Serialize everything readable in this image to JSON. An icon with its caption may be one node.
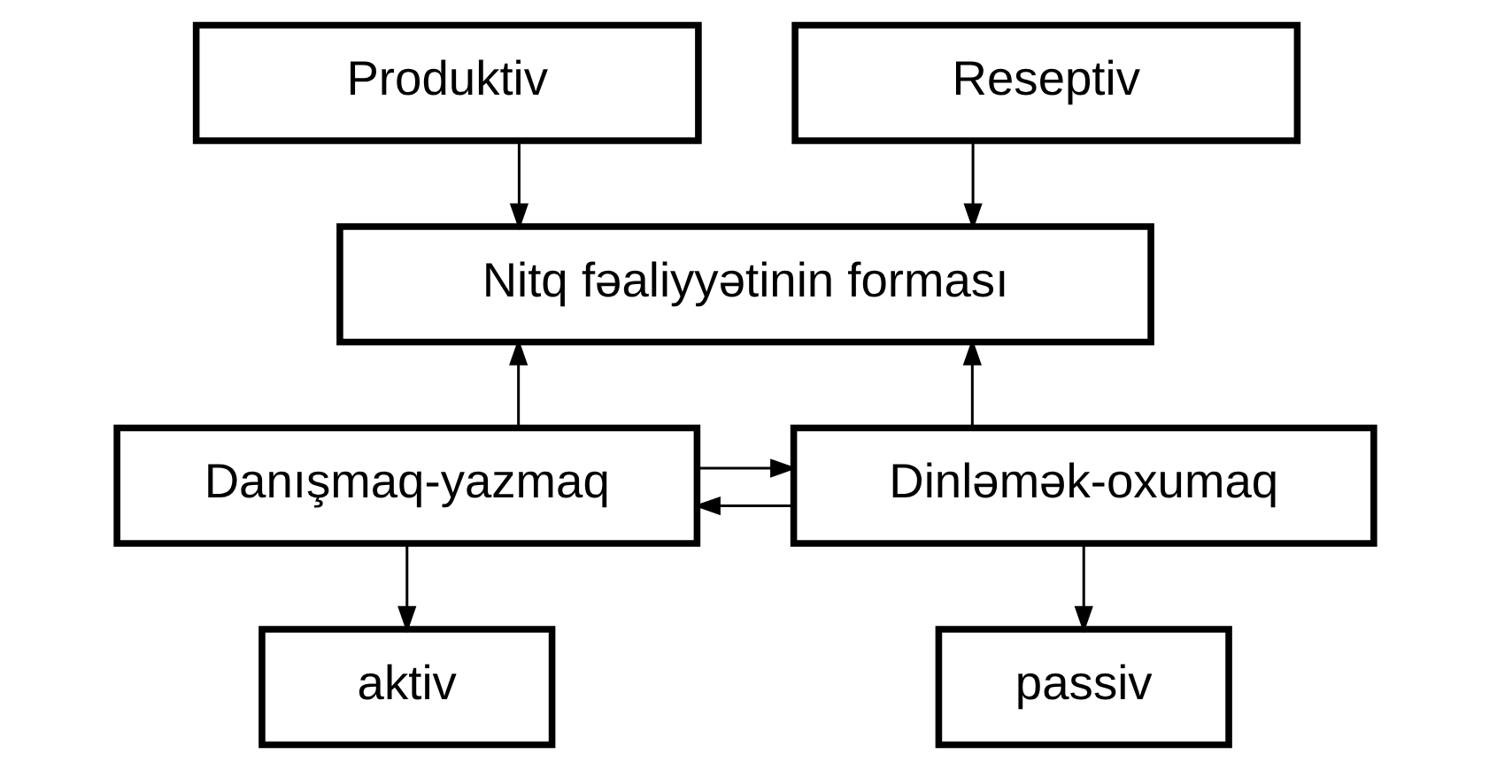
{
  "diagram": {
    "nodes": [
      {
        "text": [
          "Produktiv"
        ]
      },
      {
        "text": [
          "Reseptiv"
        ]
      },
      {
        "text": [
          "Nitq fəaliyyətinin forması"
        ]
      },
      {
        "text": [
          "Danışmaq-yazmaq"
        ]
      },
      {
        "text": [
          "Dinləmək-oxumaq"
        ]
      },
      {
        "text": [
          "aktiv"
        ]
      },
      {
        "text": [
          "passiv"
        ]
      }
    ],
    "edges": [
      {
        "from": 0,
        "to": 2,
        "arrow": "to"
      },
      {
        "from": 1,
        "to": 2,
        "arrow": "to"
      },
      {
        "from": 3,
        "to": 2,
        "arrow": "to"
      },
      {
        "from": 4,
        "to": 2,
        "arrow": "to"
      },
      {
        "from": 3,
        "to": 4,
        "arrow": "to"
      },
      {
        "from": 4,
        "to": 3,
        "arrow": "to"
      },
      {
        "from": 3,
        "to": 5,
        "arrow": "to"
      },
      {
        "from": 4,
        "to": 6,
        "arrow": "to"
      }
    ]
  }
}
